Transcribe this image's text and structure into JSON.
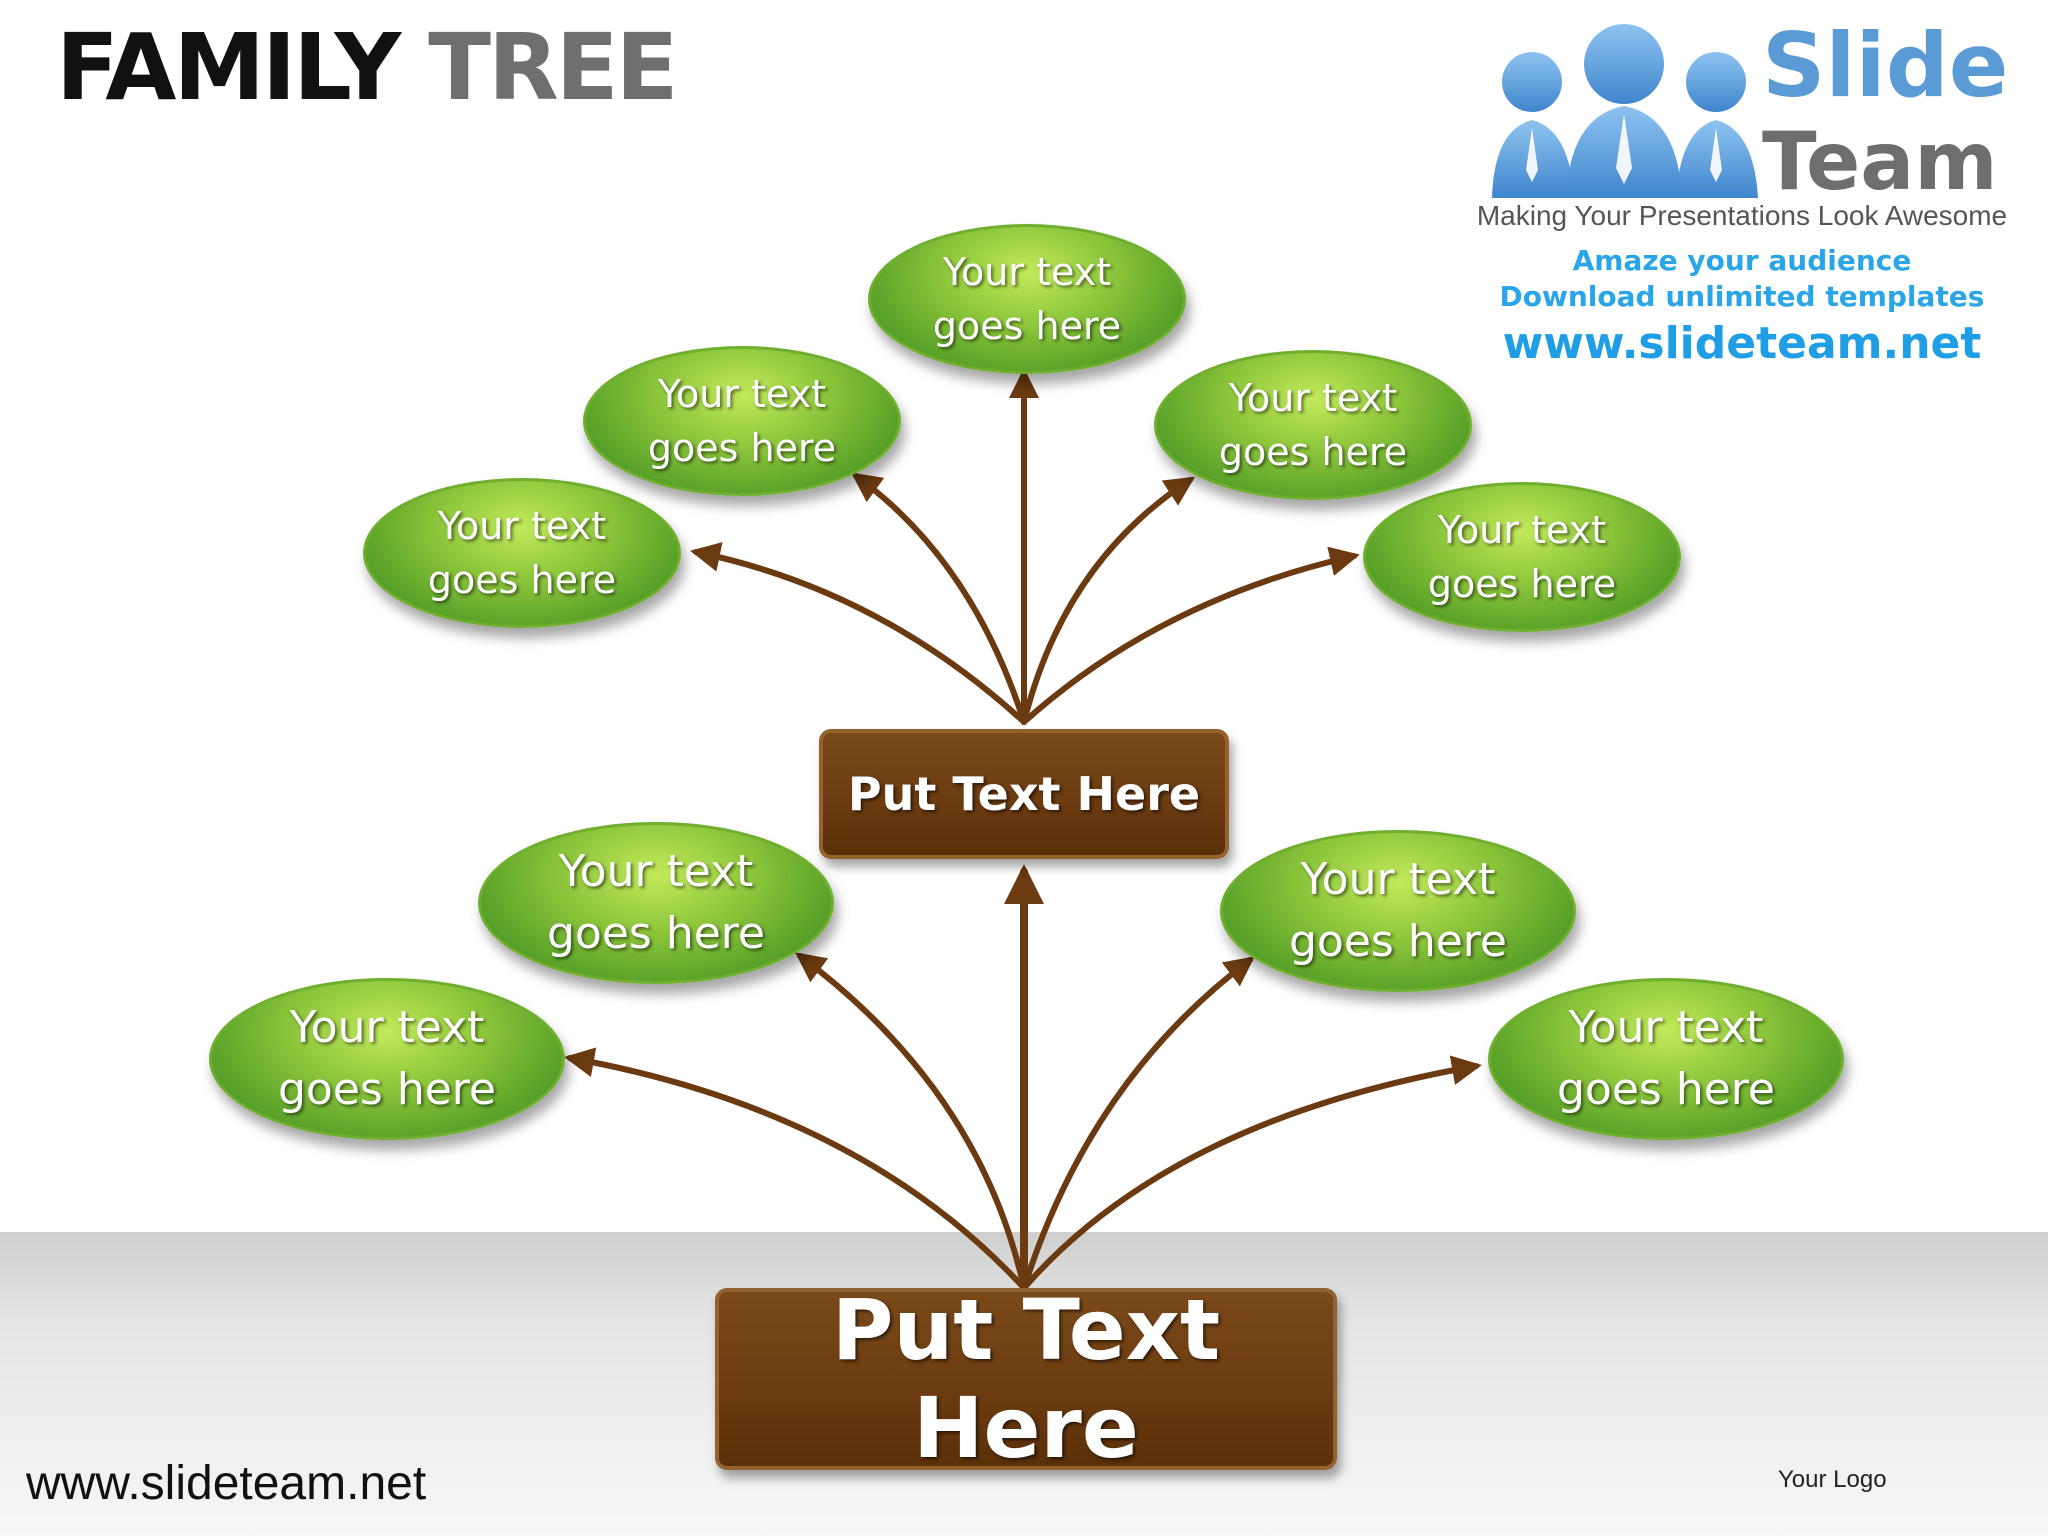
{
  "title": {
    "word1": "FAMILY",
    "word2": "TREE"
  },
  "brand": {
    "name_line1": "Slide",
    "name_line2": "Team",
    "tagline": "Making Your Presentations Look Awesome",
    "promo_line1": "Amaze your audience",
    "promo_line2": "Download unlimited templates",
    "promo_url": "www.slideteam.net"
  },
  "upper_branch": {
    "center_label": "Put Text Here",
    "leaves": [
      {
        "line1": "Your text",
        "line2": "goes here"
      },
      {
        "line1": "Your text",
        "line2": "goes here"
      },
      {
        "line1": "Your text",
        "line2": "goes here"
      },
      {
        "line1": "Your text",
        "line2": "goes here"
      },
      {
        "line1": "Your text",
        "line2": "goes here"
      }
    ]
  },
  "lower_branch": {
    "root_label": "Put Text Here",
    "leaves": [
      {
        "line1": "Your text",
        "line2": "goes here"
      },
      {
        "line1": "Your text",
        "line2": "goes here"
      },
      {
        "line1": "Your text",
        "line2": "goes here"
      },
      {
        "line1": "Your text",
        "line2": "goes here"
      }
    ]
  },
  "footer": {
    "url": "www.slideteam.net",
    "logo_placeholder": "Your Logo"
  },
  "colors": {
    "leaf_green": "#6fae2e",
    "trunk_brown": "#6b3a10",
    "promo_blue": "#2aa6e8",
    "logo_blue": "#5b9bd5"
  }
}
